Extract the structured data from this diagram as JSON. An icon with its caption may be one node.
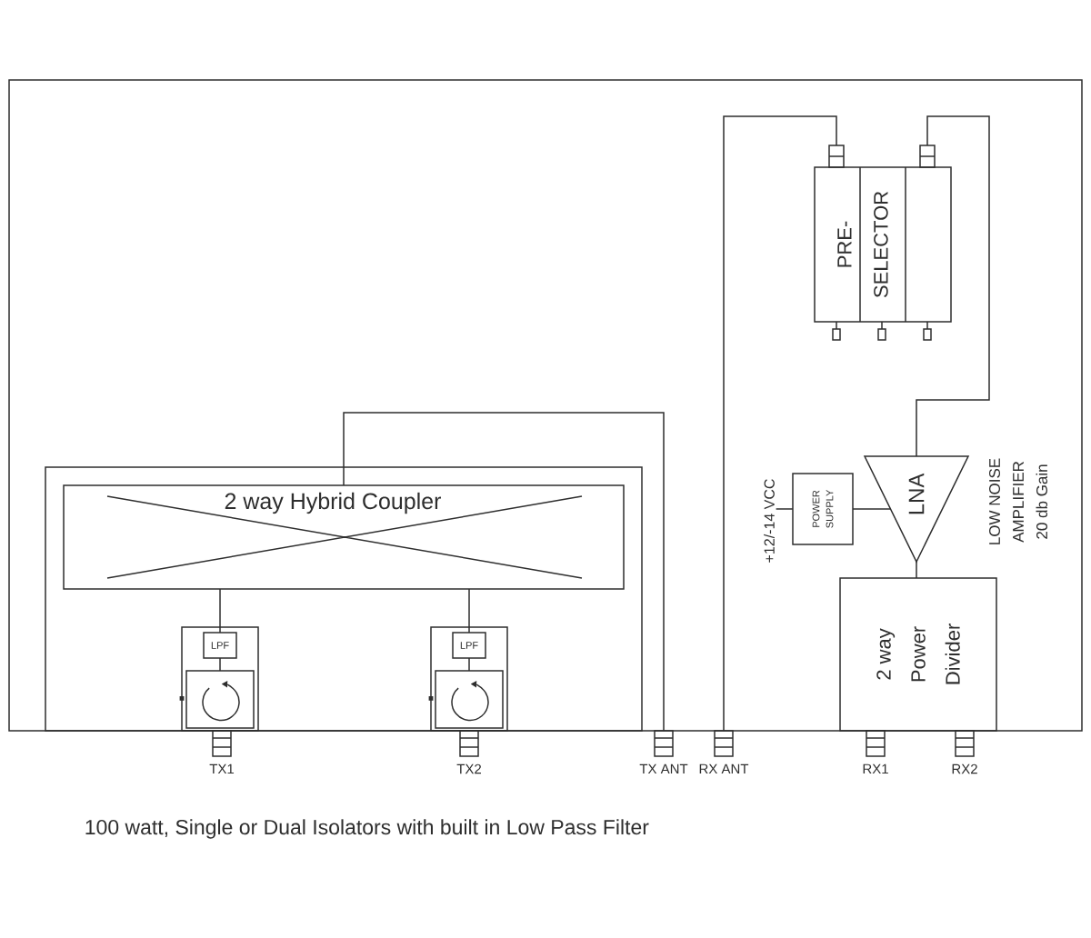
{
  "diagram": {
    "caption": "100 watt, Single or Dual Isolators with built in Low Pass Filter",
    "nodes": [
      {
        "text": [],
        "shape": "box"
      },
      {
        "text": [
          "2 way Hybrid Coupler"
        ],
        "in": 0
      },
      {
        "text": [],
        "shape": "box",
        "in": 0
      },
      {
        "text": [
          "LPF"
        ],
        "in": 2
      },
      {
        "text": [],
        "shape": "box",
        "in": 2
      },
      {
        "text": [],
        "shape": "box",
        "in": 0
      },
      {
        "text": [
          "LPF"
        ],
        "in": 5
      },
      {
        "text": [],
        "shape": "box",
        "in": 5
      },
      {
        "text": [
          "TX1"
        ]
      },
      {
        "text": [
          "TX2"
        ]
      },
      {
        "text": [
          "TX ANT"
        ]
      },
      {
        "text": [
          "RX ANT"
        ]
      },
      {
        "text": [
          "PRE- SELECTOR"
        ]
      },
      {
        "text": [
          "LNA"
        ],
        "beside": [
          "LOW NOISE AMPLIFIER 20 db Gain"
        ]
      },
      {
        "text": [
          "POWER SUPPLY"
        ]
      },
      {
        "text": [
          "+12/-14 VCC"
        ]
      },
      {
        "text": [
          "2 way Power Divider"
        ]
      },
      {
        "text": [
          "RX1"
        ]
      },
      {
        "text": [
          "RX2"
        ]
      }
    ],
    "edges": [
      {
        "from": 1,
        "to": 10,
        "arrow": "none"
      },
      {
        "from": 1,
        "to": 3,
        "arrow": "none"
      },
      {
        "from": 3,
        "to": 4,
        "arrow": "none"
      },
      {
        "from": 1,
        "to": 6,
        "arrow": "none"
      },
      {
        "from": 6,
        "to": 7,
        "arrow": "none"
      },
      {
        "from": 11,
        "to": 12,
        "arrow": "none"
      },
      {
        "from": 12,
        "to": 13,
        "arrow": "none"
      },
      {
        "from": 14,
        "to": 13,
        "arrow": "none"
      },
      {
        "from": 15,
        "to": 14,
        "arrow": "none"
      },
      {
        "from": 13,
        "to": 16,
        "arrow": "none"
      }
    ]
  }
}
